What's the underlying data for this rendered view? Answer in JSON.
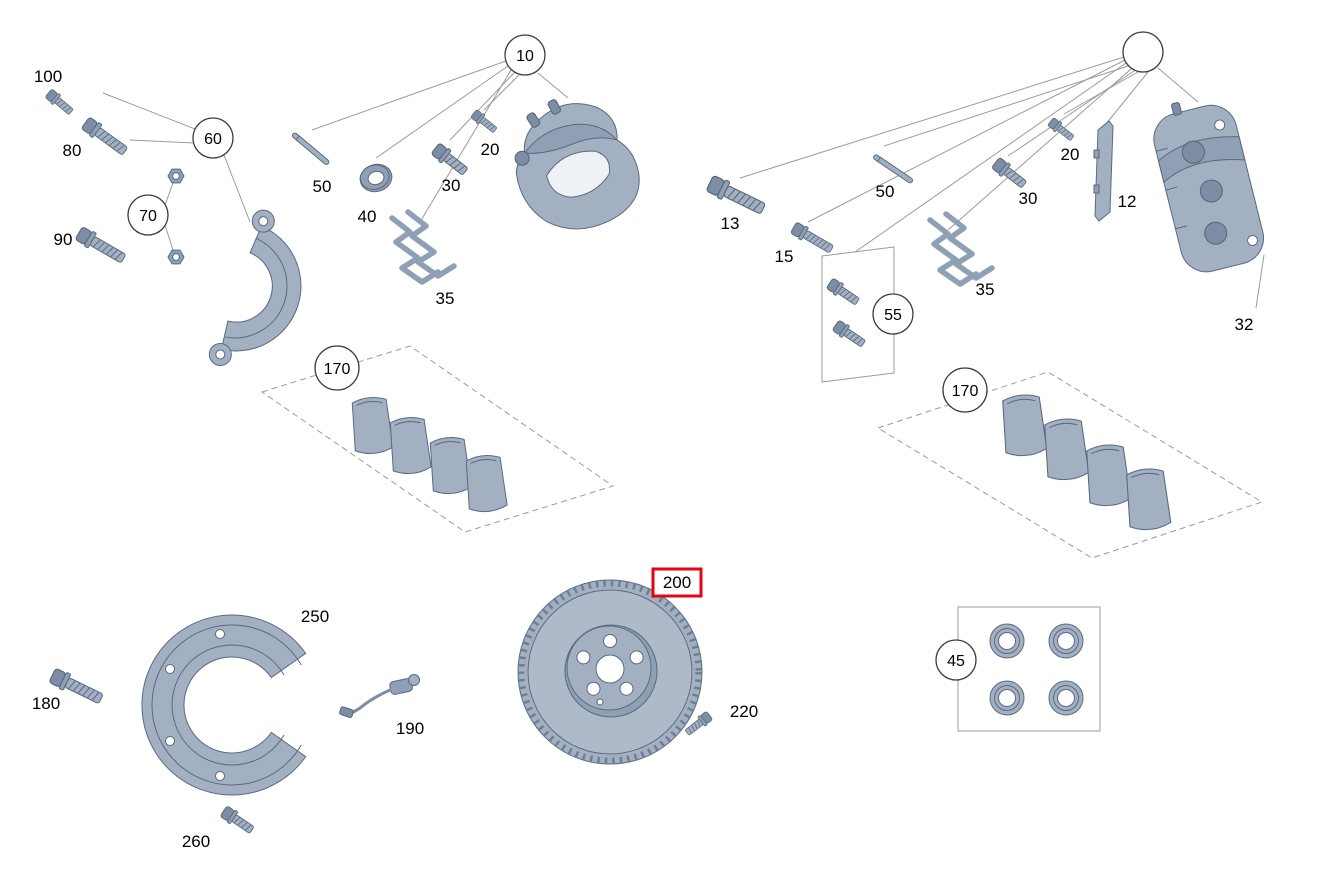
{
  "diagram": {
    "highlight_color": "#e30613",
    "part_fill": "#a3b0c2",
    "callouts": {
      "left_100": "100",
      "left_80": "80",
      "left_60": "60",
      "left_70": "70",
      "left_90": "90",
      "left_50": "50",
      "left_40": "40",
      "left_10": "10",
      "left_20": "20",
      "left_30": "30",
      "left_35": "35",
      "left_170": "170",
      "right_13": "13",
      "right_15": "15",
      "right_50": "50",
      "right_55": "55",
      "right_20": "20",
      "right_30": "30",
      "right_12": "12",
      "right_35": "35",
      "right_32": "32",
      "right_170": "170",
      "bottom_250": "250",
      "bottom_180": "180",
      "bottom_190": "190",
      "bottom_260": "260",
      "bottom_200": "200",
      "bottom_220": "220",
      "bottom_45": "45"
    }
  }
}
